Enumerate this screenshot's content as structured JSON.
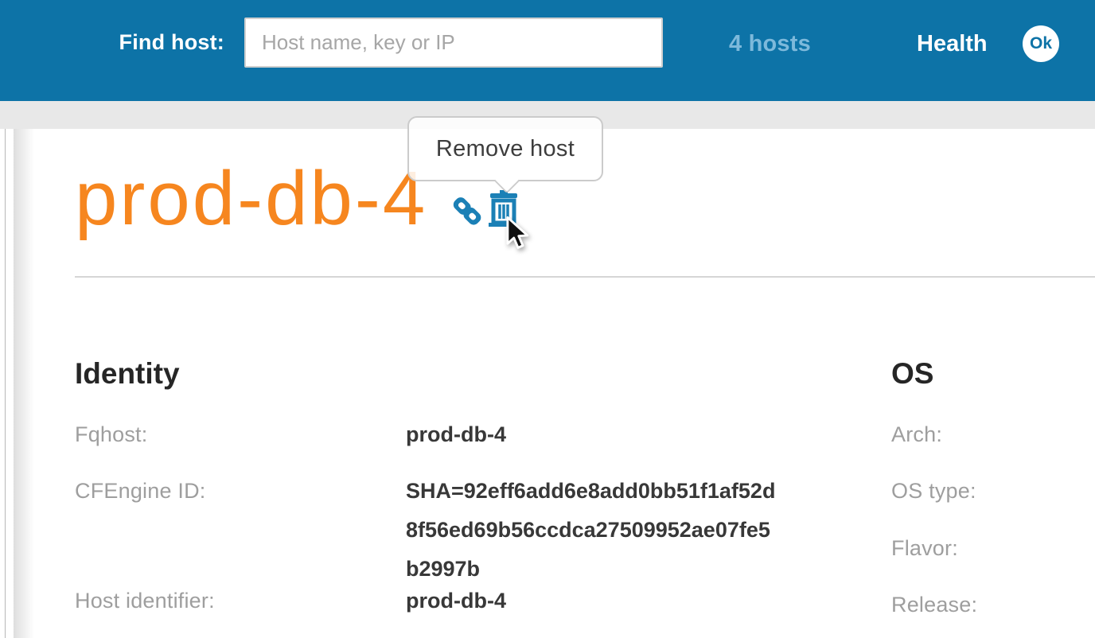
{
  "header": {
    "find_host_label": "Find host:",
    "search": {
      "placeholder": "Host name, key or IP",
      "value": ""
    },
    "hosts_count": "4 hosts",
    "health_label": "Health",
    "health_status": "Ok"
  },
  "tooltip": {
    "text": "Remove host"
  },
  "host": {
    "name": "prod-db-4",
    "actions": [
      {
        "icon": "link-icon",
        "purpose": "copy host link"
      },
      {
        "icon": "trash-icon",
        "purpose": "remove host"
      }
    ]
  },
  "sections": {
    "identity": {
      "title": "Identity",
      "rows": [
        {
          "label": "Fqhost:",
          "value": "prod-db-4"
        },
        {
          "label": "CFEngine ID:",
          "value": "SHA=92eff6add6e8add0bb51f1af52d8f56ed69b56ccdca27509952ae07fe5b2997b"
        },
        {
          "label": "Host identifier:",
          "value": "prod-db-4"
        }
      ]
    },
    "os": {
      "title": "OS",
      "rows": [
        {
          "label": "Arch:",
          "value": ""
        },
        {
          "label": "OS type:",
          "value": ""
        },
        {
          "label": "Flavor:",
          "value": ""
        },
        {
          "label": "Release:",
          "value": ""
        }
      ]
    }
  },
  "colors": {
    "header_bg": "#0d73a7",
    "hosts_link": "#7db9db",
    "accent_orange": "#f6861f",
    "icon_blue": "#1b80b6",
    "label_gray": "#9e9e9e",
    "value_dark": "#383838",
    "band_gray": "#e8e8e8"
  }
}
